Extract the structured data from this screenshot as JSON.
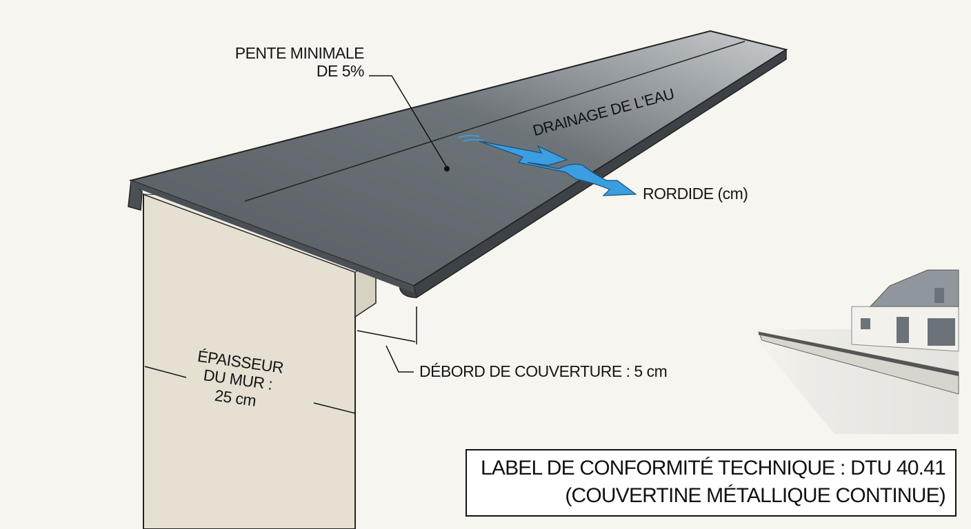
{
  "labels": {
    "slope": [
      "PENTE MINIMALE",
      "DE 5%"
    ],
    "drainage": "DRAINAGE DE L'EAU",
    "drip": "RORDIDE (cm)",
    "overhang": "DÉBORD DE COUVERTURE : 5 cm",
    "wall_thickness": [
      "ÉPAISSEUR",
      "DU MUR :",
      "25 cm"
    ]
  },
  "compliance_box": {
    "line1": "LABEL DE CONFORMITÉ TECHNIQUE : DTU 40.41",
    "line2": "(COUVERTINE MÉTALLIQUE CONTINUE)"
  },
  "colors": {
    "metal": "#5f6569",
    "metal_light": "#8a9196",
    "wall": "#e6e0d2",
    "water": "#3a9ee0",
    "background": "#f7f5ef"
  }
}
